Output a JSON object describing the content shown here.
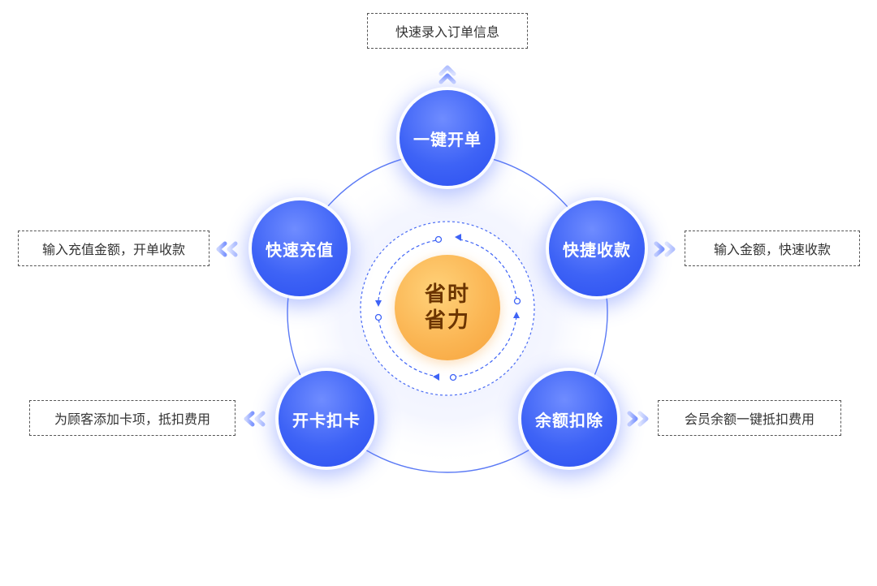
{
  "center": {
    "line1": "省时",
    "line2": "省力"
  },
  "nodes": {
    "top": {
      "label": "一键开单",
      "desc": "快速录入订单信息"
    },
    "right": {
      "label": "快捷收款",
      "desc": "输入金额，快速收款"
    },
    "left": {
      "label": "快速充值",
      "desc": "输入充值金额，开单收款"
    },
    "bottom_left": {
      "label": "开卡扣卡",
      "desc": "为顾客添加卡项，抵扣费用"
    },
    "bottom_right": {
      "label": "余额扣除",
      "desc": "会员余额一键抵扣费用"
    }
  },
  "colors": {
    "node": "#3e63f6",
    "center": "#fbb654",
    "ring": "#4a6cf4",
    "chevron": "#8aa0ff"
  }
}
